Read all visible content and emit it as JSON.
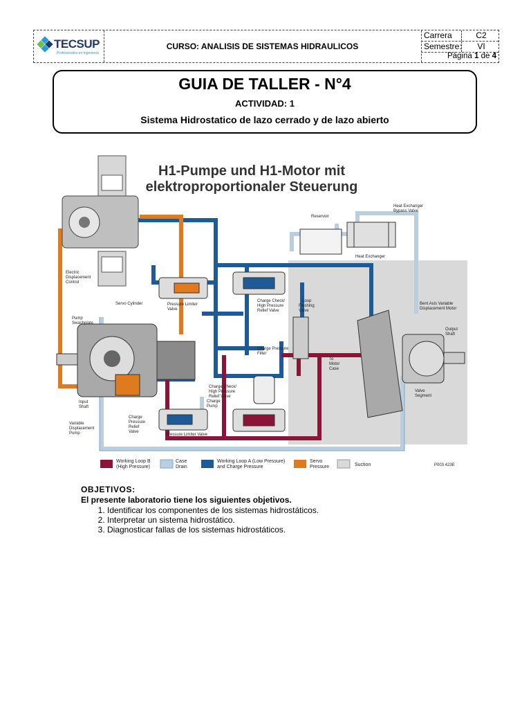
{
  "header": {
    "logo_text": "TECSUP",
    "logo_tagline": "Profesionales en Ingeniería",
    "course": "CURSO: ANALISIS DE SISTEMAS HIDRAULICOS",
    "carrera_label": "Carrera",
    "carrera_value": "C2",
    "semestre_label": "Semestre:",
    "semestre_value": "VI",
    "page_prefix": "Página",
    "page_current": "1",
    "page_of": "de",
    "page_total": "4"
  },
  "title": {
    "main": "GUIA DE TALLER - N°4",
    "activity": "ACTIVIDAD: 1",
    "subtitle": "Sistema Hidrostatico de lazo cerrado y de lazo abierto"
  },
  "diagram": {
    "title_line1": "H1-Pumpe und H1-Motor mit",
    "title_line2": "elektroproportionaler Steuerung",
    "labels": {
      "electric_control": [
        "Electric",
        "Displacement",
        "Control"
      ],
      "servo_cylinder": "Servo Cylinder",
      "pump_swashplate": [
        "Pump",
        "Swashplate"
      ],
      "input_shaft": [
        "Input",
        "Shaft"
      ],
      "variable_pump": [
        "Variable",
        "Displacement",
        "Pump"
      ],
      "charge_relief": [
        "Charge",
        "Pressure",
        "Relief",
        "Valve"
      ],
      "pressure_limiter_top": [
        "Pressure Limiter",
        "Valve"
      ],
      "charge_check_top": [
        "Charge Check/",
        "High Pressure",
        "Relief Valve"
      ],
      "charge_filter": [
        "Charge Pressure",
        "Filter"
      ],
      "charge_check_bottom": [
        "Charge Check/",
        "High Pressure",
        "Relief Valve"
      ],
      "charge_pump": [
        "Charge",
        "Pump"
      ],
      "pressure_limiter_bottom": "Pressure Limiter Valve",
      "reservoir": "Reservoir",
      "heat_exchanger_bypass": [
        "Heat Exchanger",
        "Bypass Valve"
      ],
      "heat_exchanger": "Heat Exchanger",
      "loop_flushing": [
        "Loop",
        "Flushing",
        "Valve"
      ],
      "to_motor_case": [
        "To",
        "Motor",
        "Case"
      ],
      "bent_axis_motor": [
        "Bent Axis Variable",
        "Displacement Motor"
      ],
      "output_shaft": [
        "Output",
        "Shaft"
      ],
      "valve_segment": [
        "Valve",
        "Segment"
      ]
    },
    "legend": [
      {
        "label": [
          "Working Loop B",
          "(High Pressure)"
        ],
        "color": "#8b1538"
      },
      {
        "label": [
          "Case",
          "Drain"
        ],
        "color": "#b9cfe0"
      },
      {
        "label": [
          "Working Loop A (Low Pressure)",
          "and Charge Pressure"
        ],
        "color": "#1e5a96"
      },
      {
        "label": [
          "Servo",
          "Pressure"
        ],
        "color": "#e07a1f"
      },
      {
        "label": [
          "Suction"
        ],
        "color": "#d9d9d9"
      }
    ],
    "code": "P003 423E"
  },
  "objectives": {
    "heading": "OBJETIVOS:",
    "intro": "El presente laboratorio tiene los siguientes objetivos.",
    "items": [
      "Identificar los componentes de los sistemas hidrostáticos.",
      "Interpretar un sistema hidrostático.",
      "Diagnosticar fallas de los sistemas hidrostáticos."
    ]
  },
  "colors": {
    "loop_b": "#8b1538",
    "case_drain": "#b9cfe0",
    "loop_a": "#1e5a96",
    "servo": "#e07a1f",
    "suction": "#d9d9d9"
  }
}
